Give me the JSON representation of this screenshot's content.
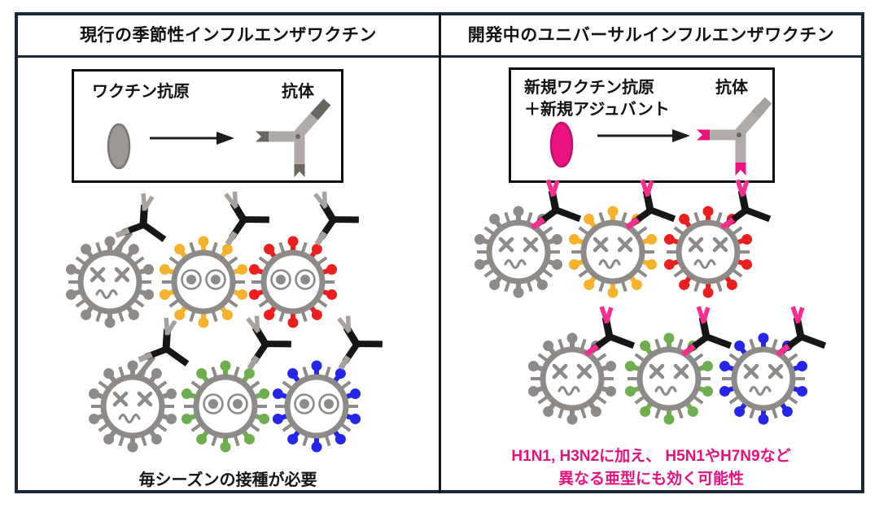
{
  "panels": {
    "left": {
      "header": "現行の季節性インフルエンザワクチン",
      "box": {
        "antigen_label": "ワクチン抗原",
        "antibody_label": "抗体"
      },
      "caption": "毎シーズンの接種が必要",
      "antigen_color": "gray",
      "antibody_tip": "gray",
      "viruses": [
        {
          "spike": "gray",
          "face": "dead",
          "antibody": "attached"
        },
        {
          "spike": "yellow",
          "face": "alive",
          "antibody": "floating"
        },
        {
          "spike": "red",
          "face": "alive",
          "antibody": "floating"
        },
        {
          "spike": "gray",
          "face": "dead",
          "antibody": "attached"
        },
        {
          "spike": "green",
          "face": "alive",
          "antibody": "floating"
        },
        {
          "spike": "blue",
          "face": "alive",
          "antibody": "floating"
        }
      ]
    },
    "right": {
      "header": "開発中のユニバーサルインフルエンザワクチン",
      "box": {
        "antigen_label_line1": "新規ワクチン抗原",
        "antigen_label_line2": "＋新規アジュバント",
        "antibody_label": "抗体"
      },
      "caption_line1": "H1N1, H3N2に加え、 H5N1やH7N9など",
      "caption_line2": "異なる亜型にも効く可能性",
      "antigen_color": "pink",
      "antibody_tip": "pink",
      "viruses": [
        {
          "spike": "gray",
          "face": "dead",
          "antibody": "attached"
        },
        {
          "spike": "yellow",
          "face": "dead",
          "antibody": "attached"
        },
        {
          "spike": "red",
          "face": "dead",
          "antibody": "attached"
        },
        {
          "spike": "gray",
          "face": "dead",
          "antibody": "attached"
        },
        {
          "spike": "green",
          "face": "dead",
          "antibody": "attached"
        },
        {
          "spike": "blue",
          "face": "dead",
          "antibody": "attached"
        }
      ]
    }
  },
  "colors": {
    "gray": "#8D8A88",
    "yellow": "#F6B12D",
    "red": "#EC1F1F",
    "green": "#6FAE4E",
    "blue": "#2626E9",
    "pink": "#EC1380",
    "caption_accent": "#E5127D",
    "frame": "#17293A",
    "black": "#161616",
    "ab_tip_pink": "#F72E8E",
    "ab_tip_gray": "#A8A29F",
    "igg_body": "#B0AAA8",
    "igg_dark": "#6B6560",
    "antigen_gray_fill": "#9C9896",
    "antigen_gray_stroke": "#7A7674",
    "antigen_pink_stroke": "#C01070"
  }
}
